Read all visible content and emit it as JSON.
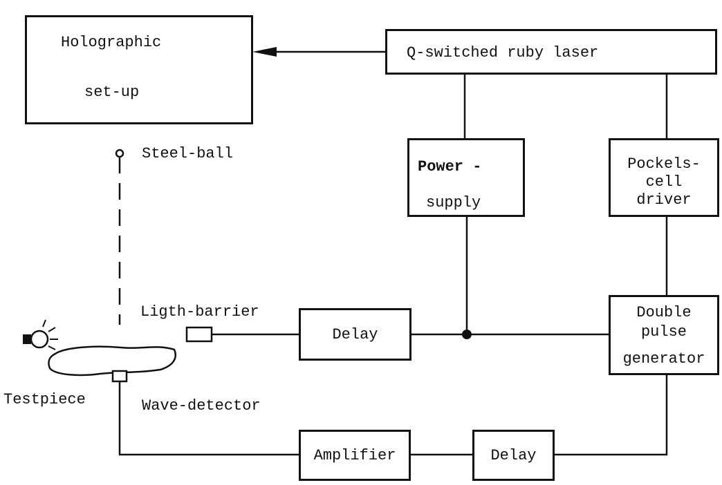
{
  "blocks": {
    "holographic": {
      "line1": "Holographic",
      "line2": "set-up"
    },
    "laser": {
      "label": "Q-switched ruby laser"
    },
    "power": {
      "line1": "Power -",
      "line2": "supply"
    },
    "pockels": {
      "line1": "Pockels-",
      "line2": "cell",
      "line3": "driver"
    },
    "double_pulse": {
      "line1": "Double",
      "line2": "pulse",
      "line3": "generator"
    },
    "delay_top": {
      "label": "Delay"
    },
    "amplifier": {
      "label": "Amplifier"
    },
    "delay_bottom": {
      "label": "Delay"
    }
  },
  "labels": {
    "steel_ball": "Steel-ball",
    "light_barrier": "Ligth-barrier",
    "testpiece": "Testpiece",
    "wave_detector": "Wave-detector"
  }
}
